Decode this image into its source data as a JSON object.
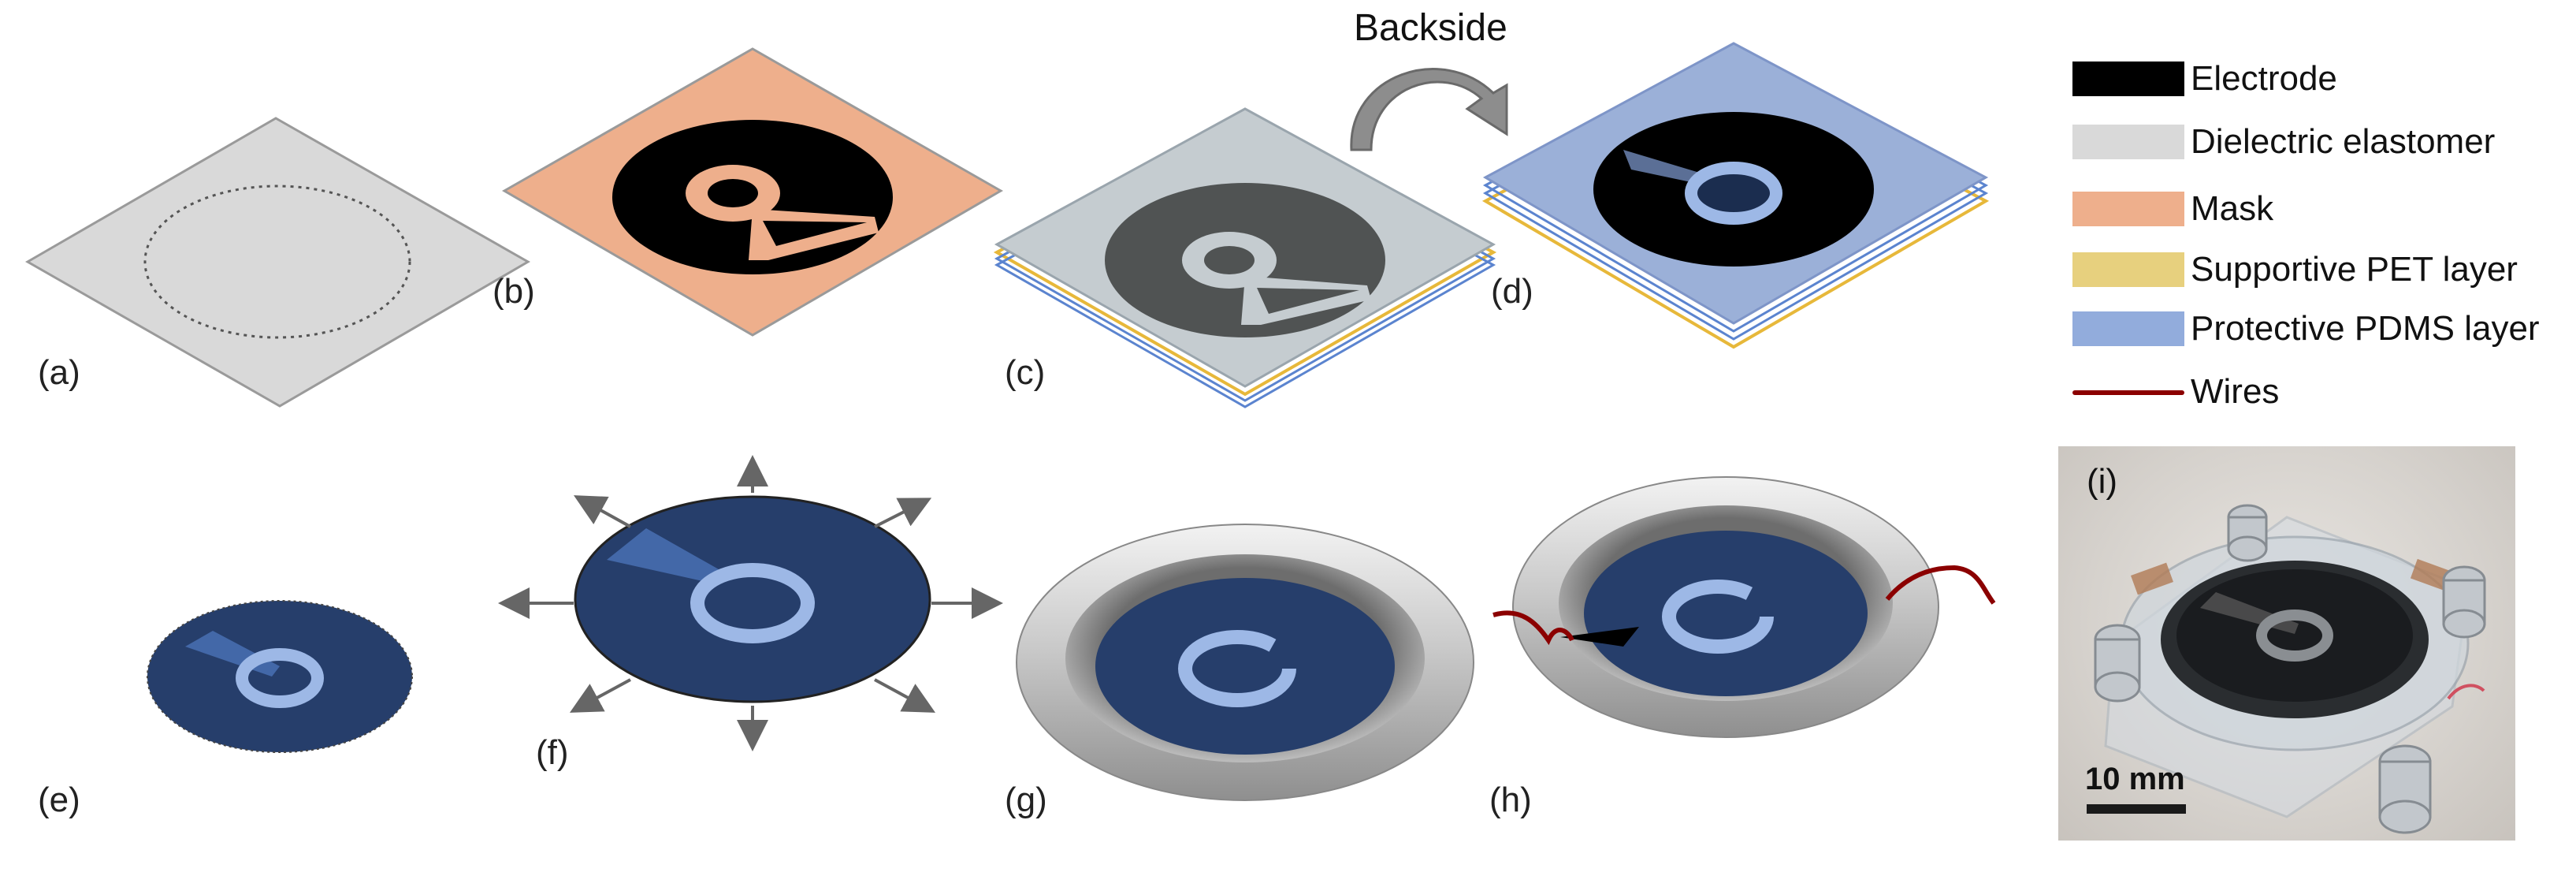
{
  "panel_labels": {
    "a": "(a)",
    "b": "(b)",
    "c": "(c)",
    "d": "(d)",
    "e": "(e)",
    "f": "(f)",
    "g": "(g)",
    "h": "(h)",
    "i": "(i)"
  },
  "backside_label": "Backside",
  "legend": [
    {
      "label": "Electrode",
      "color": "#000000"
    },
    {
      "label": "Dielectric elastomer",
      "color": "#d9d9d9"
    },
    {
      "label": "Mask",
      "color": "#eeaf8c"
    },
    {
      "label": "Supportive PET layer",
      "color": "#e7d07e"
    },
    {
      "label": "Protective PDMS layer",
      "color": "#92acdc"
    },
    {
      "label": "Wires",
      "color": "#8b0000"
    }
  ],
  "photo": {
    "scale_label": "10 mm"
  },
  "colors": {
    "dielectric": "#d9d9d9",
    "mask": "#eeaf8c",
    "pet": "#e7b83a",
    "pdms": "#5b84cf",
    "navy": "#263e6b",
    "ring": "#9db8e6",
    "wire": "#8b0000"
  }
}
